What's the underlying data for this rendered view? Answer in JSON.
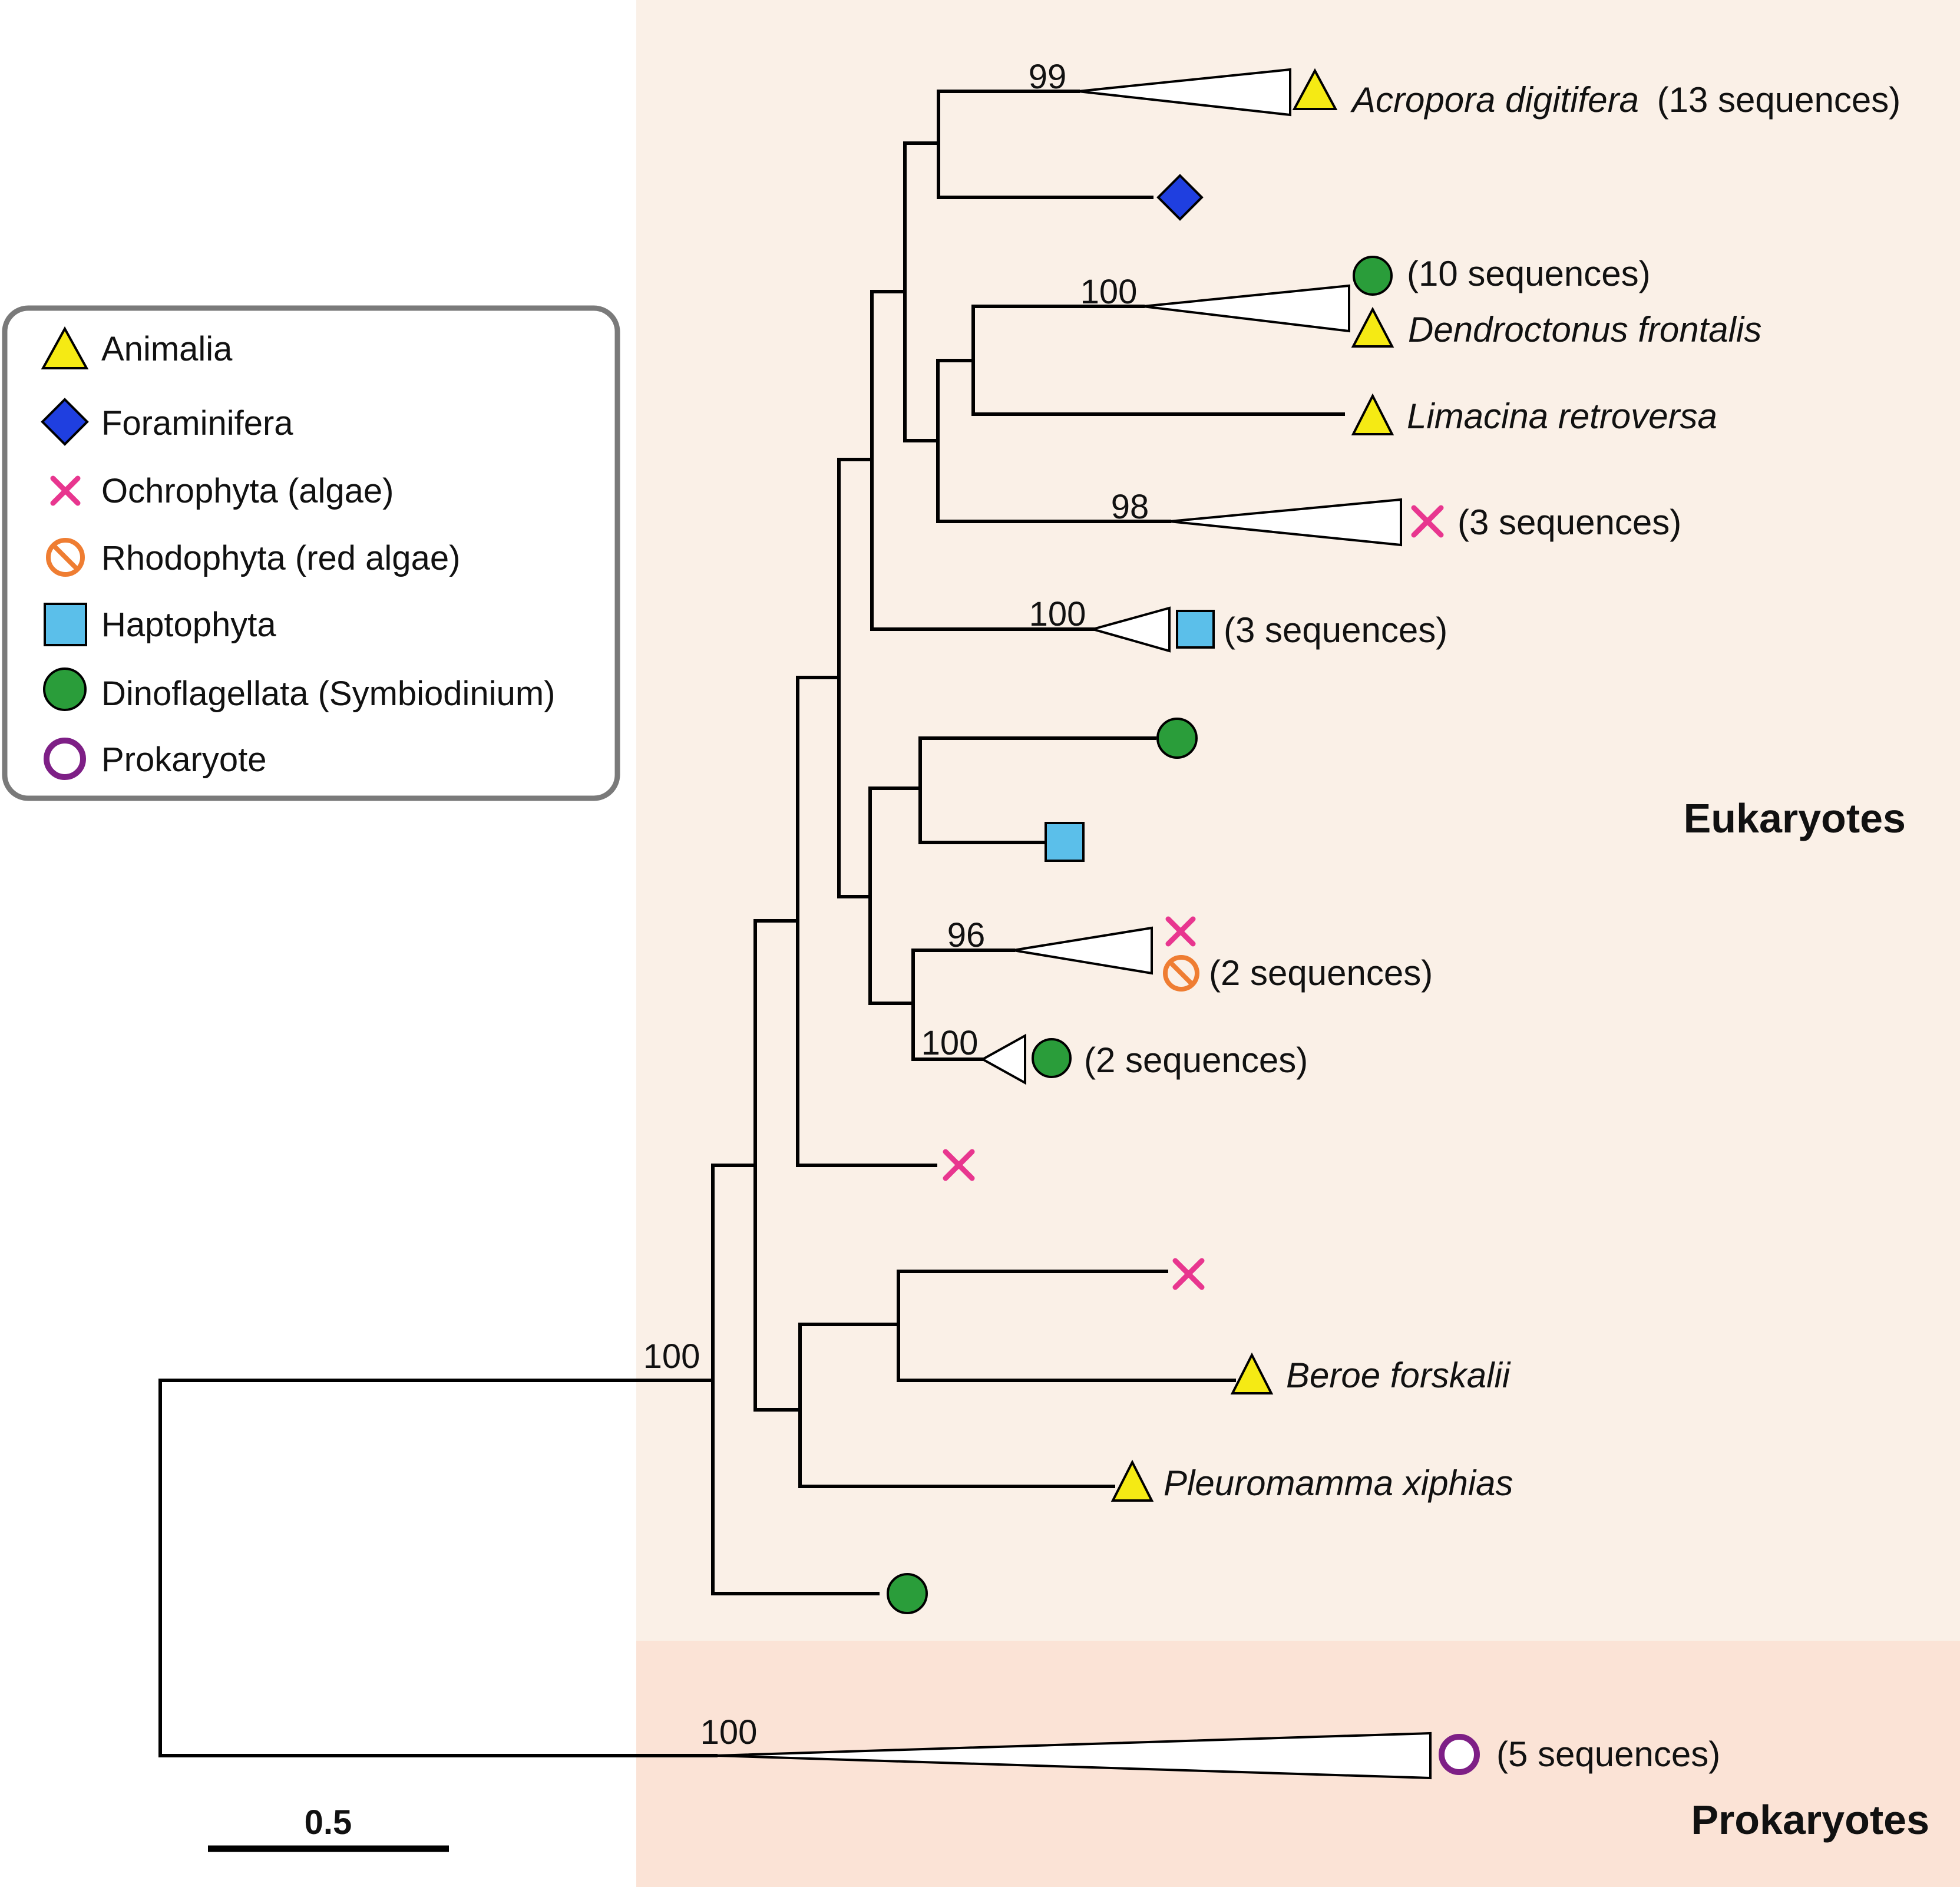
{
  "legend": {
    "items": [
      {
        "icon": "triangle",
        "color": "#f5ea14",
        "label": "Animalia"
      },
      {
        "icon": "diamond",
        "color": "#1f3fe0",
        "label": "Foraminifera"
      },
      {
        "icon": "cross",
        "color": "#e8368f",
        "label": "Ochrophyta (algae)"
      },
      {
        "icon": "no-sign",
        "color": "#ef7d32",
        "label": "Rhodophyta (red algae)"
      },
      {
        "icon": "square",
        "color": "#5bbfea",
        "label": "Haptophyta"
      },
      {
        "icon": "circle",
        "color": "#2a9d3a",
        "label": "Dinoflagellata (Symbiodinium)"
      },
      {
        "icon": "ring",
        "color": "#7e1f86",
        "label": "Prokaryote"
      }
    ]
  },
  "regions": {
    "eukaryotes": "Eukaryotes",
    "prokaryotes": "Prokaryotes",
    "eukaryotes_color": "#faf0e7",
    "prokaryotes_color": "#fbe3d6"
  },
  "scale_bar": {
    "label": "0.5"
  },
  "bootstrap": {
    "acropora": "99",
    "dendroctonus": "100",
    "ochro3": "98",
    "hapto3": "100",
    "rhodo2": "96",
    "dino2": "100",
    "euk_root": "100",
    "prok": "100"
  },
  "taxa": {
    "acropora_name": "Acropora digitifera",
    "acropora_count": "(13 sequences)",
    "dino10_count": "(10 sequences)",
    "dendroctonus_name": "Dendroctonus frontalis",
    "limacina_name": "Limacina retroversa",
    "ochro3_count": "(3 sequences)",
    "hapto3_count": "(3 sequences)",
    "rhodo2_count": "(2 sequences)",
    "dino2_count": "(2 sequences)",
    "beroe_name": "Beroe forskalii",
    "pleuromamma_name": "Pleuromamma xiphias",
    "prok5_count": "(5 sequences)"
  }
}
